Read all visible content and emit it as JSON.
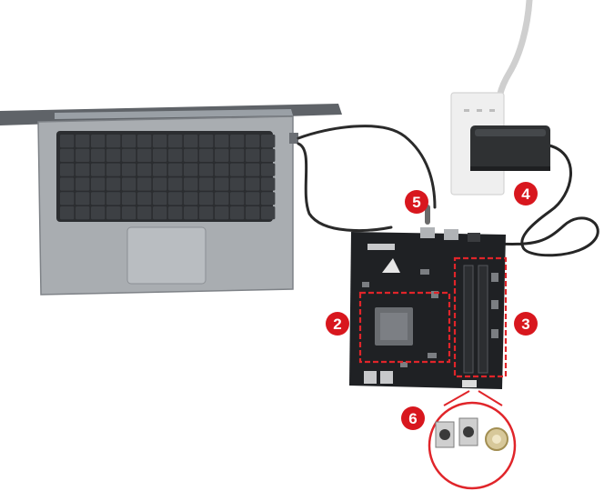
{
  "badges": [
    {
      "id": "badge-2",
      "label": "2"
    },
    {
      "id": "badge-3",
      "label": "3"
    },
    {
      "id": "badge-4",
      "label": "4"
    },
    {
      "id": "badge-5",
      "label": "5"
    },
    {
      "id": "badge-6",
      "label": "6"
    }
  ],
  "colors": {
    "badge": "#d8171e",
    "highlight_border": "#e0252a",
    "laptop_body": "#8d9196",
    "laptop_deck": "#a9adb1",
    "keyboard": "#2b2d30",
    "board_pcb": "#1f2124",
    "cable": "#2a2a2a",
    "adapter": "#2f3133",
    "outlet": "#eeeeee"
  }
}
